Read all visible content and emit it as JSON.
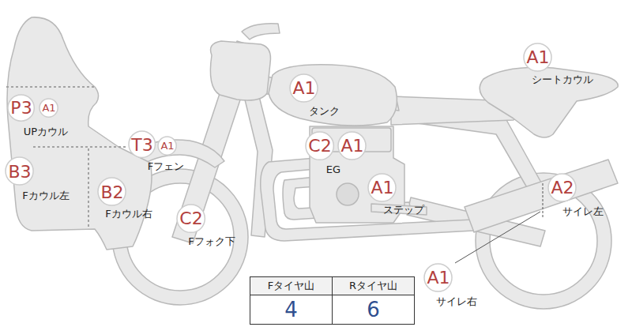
{
  "diagram": {
    "nodes": [
      {
        "text": [
          "A1",
          "シートカウル"
        ]
      },
      {
        "text": [
          "A1",
          "タンク"
        ]
      },
      {
        "text": [
          "P3",
          "UPカウル"
        ]
      },
      {
        "text": [
          "A1"
        ]
      },
      {
        "text": [
          "T3",
          "Fフェン"
        ]
      },
      {
        "text": [
          "A1"
        ]
      },
      {
        "text": [
          "C2",
          "EG"
        ]
      },
      {
        "text": [
          "A1"
        ]
      },
      {
        "text": [
          "B3",
          "Fカウル左"
        ]
      },
      {
        "text": [
          "A2",
          "サイレ左"
        ]
      },
      {
        "text": [
          "B2",
          "Fカウル右"
        ]
      },
      {
        "text": [
          "A1",
          "ステップ"
        ]
      },
      {
        "text": [
          "C2",
          "Fフォク下"
        ]
      },
      {
        "text": [
          "A1",
          "サイレ右"
        ]
      }
    ],
    "labels": [
      "Fタイヤ山",
      "Rタイヤ山",
      "4",
      "6"
    ]
  }
}
